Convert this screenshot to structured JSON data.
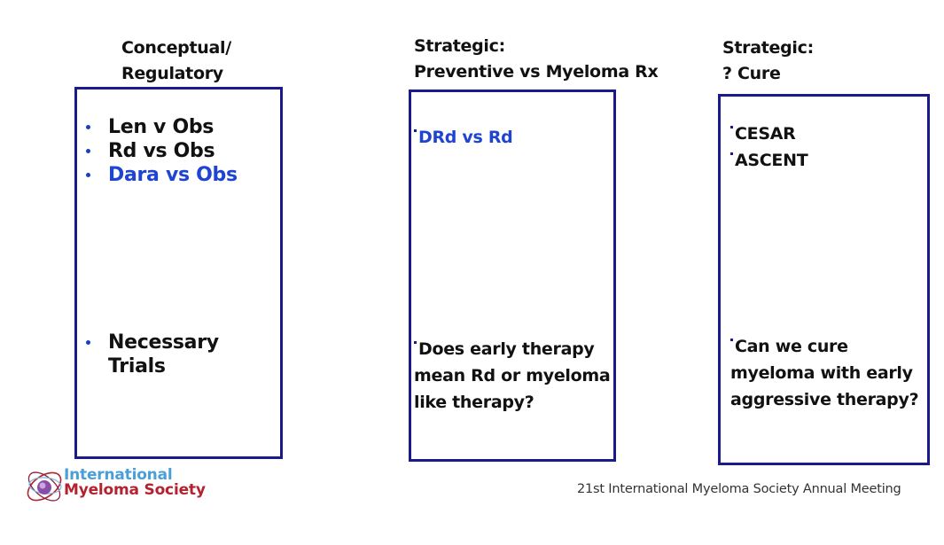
{
  "columns": [
    {
      "heading_line1": "Conceptual/",
      "heading_line2": "Regulatory",
      "items_top": [
        {
          "text": "Len v Obs",
          "color": "#111111"
        },
        {
          "text": "Rd vs Obs",
          "color": "#111111"
        },
        {
          "text": "Dara vs Obs",
          "color": "#1f44d1"
        }
      ],
      "items_bottom": [
        {
          "text_line1": "Necessary",
          "text_line2": "Trials"
        }
      ]
    },
    {
      "heading_line1": "Strategic:",
      "heading_line2": "Preventive vs Myeloma Rx",
      "items_top": [
        {
          "text": "DRd vs Rd",
          "color": "#1f44d1"
        }
      ],
      "items_bottom": [
        {
          "line1": "Does early therapy",
          "line2": "mean Rd or myeloma",
          "line3": "like therapy?"
        }
      ]
    },
    {
      "heading_line1": "Strategic:",
      "heading_line2": "? Cure",
      "items_top": [
        {
          "text": "CESAR",
          "color": "#111111"
        },
        {
          "text": "ASCENT",
          "color": "#111111"
        }
      ],
      "items_bottom": [
        {
          "line1": "Can we cure",
          "line2": "myeloma with early",
          "line3": "aggressive therapy?"
        }
      ]
    }
  ],
  "logo": {
    "icon": "atom-orbit-icon",
    "line1": "International",
    "line2": "Myeloma Society",
    "colors": {
      "line1": "#4a9fd8",
      "line2": "#b3222f"
    }
  },
  "footer": {
    "text": "21st International Myeloma Society Annual Meeting"
  },
  "colors": {
    "box_border": "#1a1a8c",
    "highlight": "#1f44d1"
  }
}
